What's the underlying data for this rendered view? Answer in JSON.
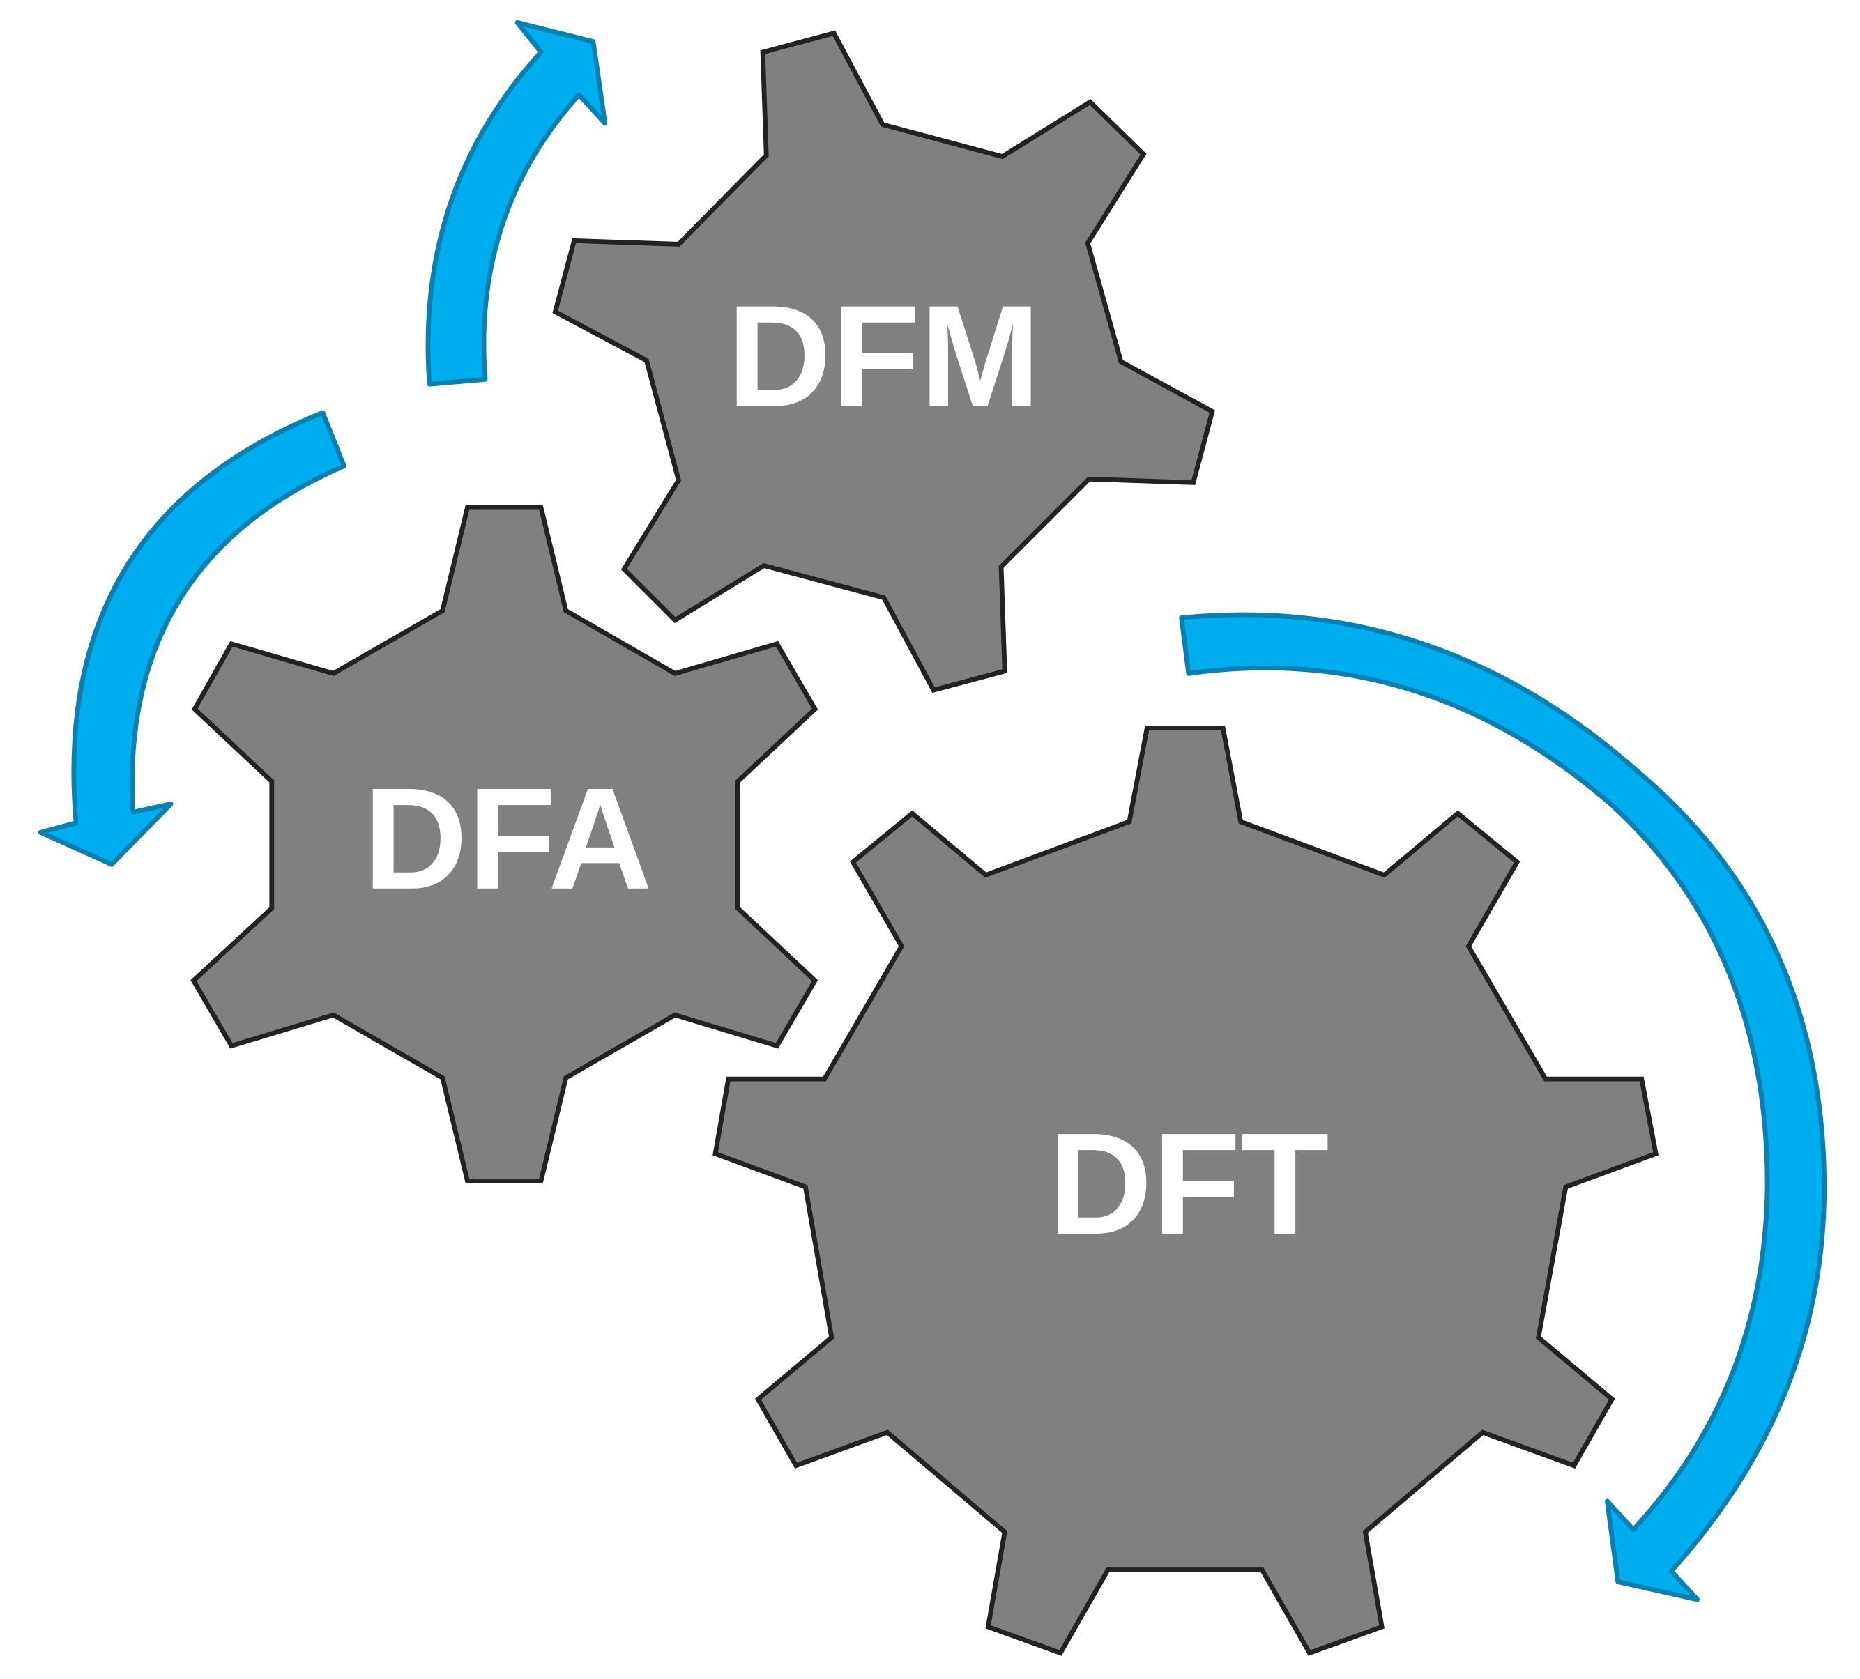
{
  "gears": [
    {
      "id": "dfm",
      "label": "DFM"
    },
    {
      "id": "dfa",
      "label": "DFA"
    },
    {
      "id": "dft",
      "label": "DFT"
    }
  ],
  "colors": {
    "gear_fill": "#808080",
    "gear_stroke": "#222222",
    "arrow_fill": "#00AEEF",
    "arrow_stroke": "#0A7FB0",
    "label": "#ffffff"
  }
}
